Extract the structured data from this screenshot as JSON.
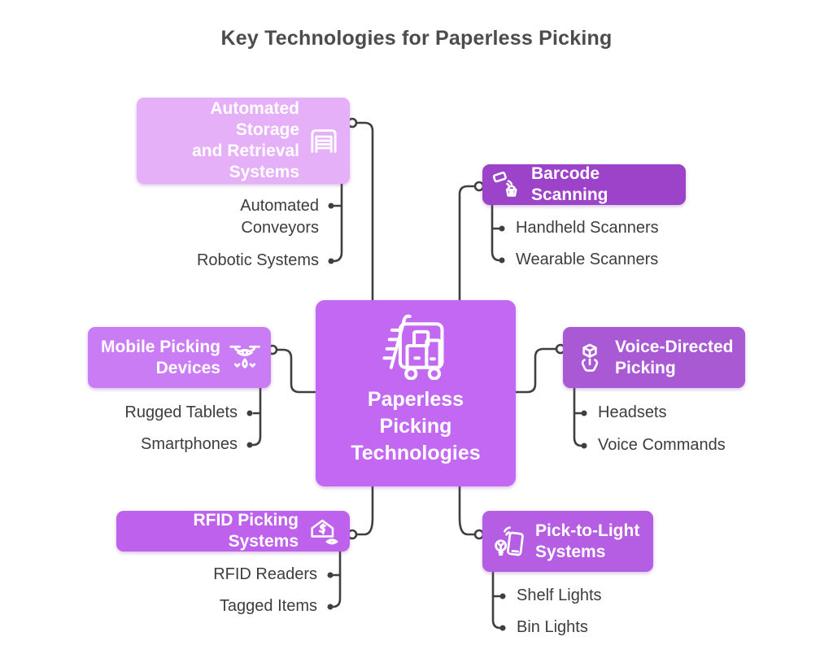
{
  "title": "Key Technologies for Paperless Picking",
  "central": {
    "label": "Paperless\nPicking\nTechnologies",
    "icon": "picking-cart-icon"
  },
  "branches": [
    {
      "id": "automated-storage",
      "label": "Automated Storage\nand Retrieval\nSystems",
      "icon": "storage-unit-icon",
      "children": [
        "Automated\nConveyors",
        "Robotic Systems"
      ]
    },
    {
      "id": "barcode-scanning",
      "label": "Barcode Scanning",
      "icon": "barcode-scanner-icon",
      "children": [
        "Handheld Scanners",
        "Wearable Scanners"
      ]
    },
    {
      "id": "mobile-picking",
      "label": "Mobile Picking\nDevices",
      "icon": "drone-icon",
      "children": [
        "Rugged Tablets",
        "Smartphones"
      ]
    },
    {
      "id": "voice-directed",
      "label": "Voice-Directed\nPicking",
      "icon": "hand-cube-icon",
      "children": [
        "Headsets",
        "Voice Commands"
      ]
    },
    {
      "id": "rfid-picking",
      "label": "RFID Picking Systems",
      "icon": "house-dollar-eye-icon",
      "children": [
        "RFID Readers",
        "Tagged Items"
      ]
    },
    {
      "id": "pick-to-light",
      "label": "Pick-to-Light\nSystems",
      "icon": "phone-light-icon",
      "children": [
        "Shelf Lights",
        "Bin Lights"
      ]
    }
  ],
  "colors": {
    "automated_storage": "#e5b0f8",
    "barcode_scanning": "#9d43c9",
    "mobile_picking": "#ca7cf4",
    "voice_directed": "#aa59d5",
    "rfid_picking": "#be62ee",
    "pick_to_light": "#b55de3",
    "central": "#c268f2",
    "connector": "#3f3f3f",
    "child_text": "#3d3d3d",
    "title_text": "#4c4c4c"
  }
}
